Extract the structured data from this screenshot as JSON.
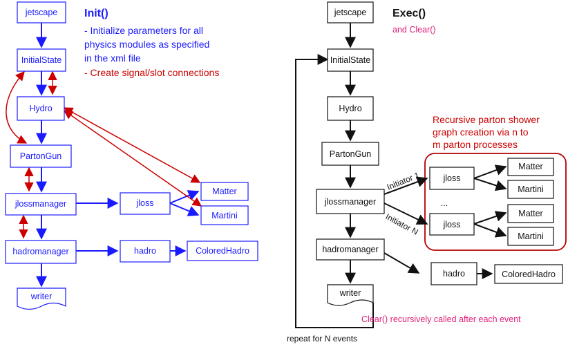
{
  "left": {
    "title": "Init()",
    "notes": [
      "- Initialize parameters for all",
      "physics modules as specified",
      "in the xml file",
      "- Create signal/slot connections"
    ],
    "nodes": {
      "jetscape": "jetscape",
      "initialstate": "InitialState",
      "hydro": "Hydro",
      "partongun": "PartonGun",
      "jlossmanager": "jlossmanager",
      "jloss": "jloss",
      "matter": "Matter",
      "martini": "Martini",
      "hadromanager": "hadromanager",
      "hadro": "hadro",
      "coloredhadro": "ColoredHadro",
      "writer": "writer"
    }
  },
  "right": {
    "title": "Exec()",
    "subtitle": "and Clear()",
    "group_note": [
      "Recursive parton shower",
      "graph creation via n to",
      "m parton processes"
    ],
    "nodes": {
      "jetscape": "jetscape",
      "initialstate": "InitialState",
      "hydro": "Hydro",
      "partongun": "PartonGun",
      "jlossmanager": "jlossmanager",
      "jloss1": "jloss",
      "jloss2": "jloss",
      "matter1": "Matter",
      "martini1": "Martini",
      "matter2": "Matter",
      "martini2": "Martini",
      "ellipsis": "...",
      "hadromanager": "hadromanager",
      "hadro": "hadro",
      "coloredhadro": "ColoredHadro",
      "writer": "writer"
    },
    "edge_labels": {
      "initiator1": "Initiator 1",
      "initiatorN": "Initiator N"
    },
    "clear_note": "Clear() recursively called after each event",
    "repeat_note": "repeat for N events"
  },
  "colors": {
    "init_blue": "#1a1aff",
    "signal_red": "#cc0000",
    "exec_black": "#111111",
    "clear_pink": "#e0207a"
  }
}
